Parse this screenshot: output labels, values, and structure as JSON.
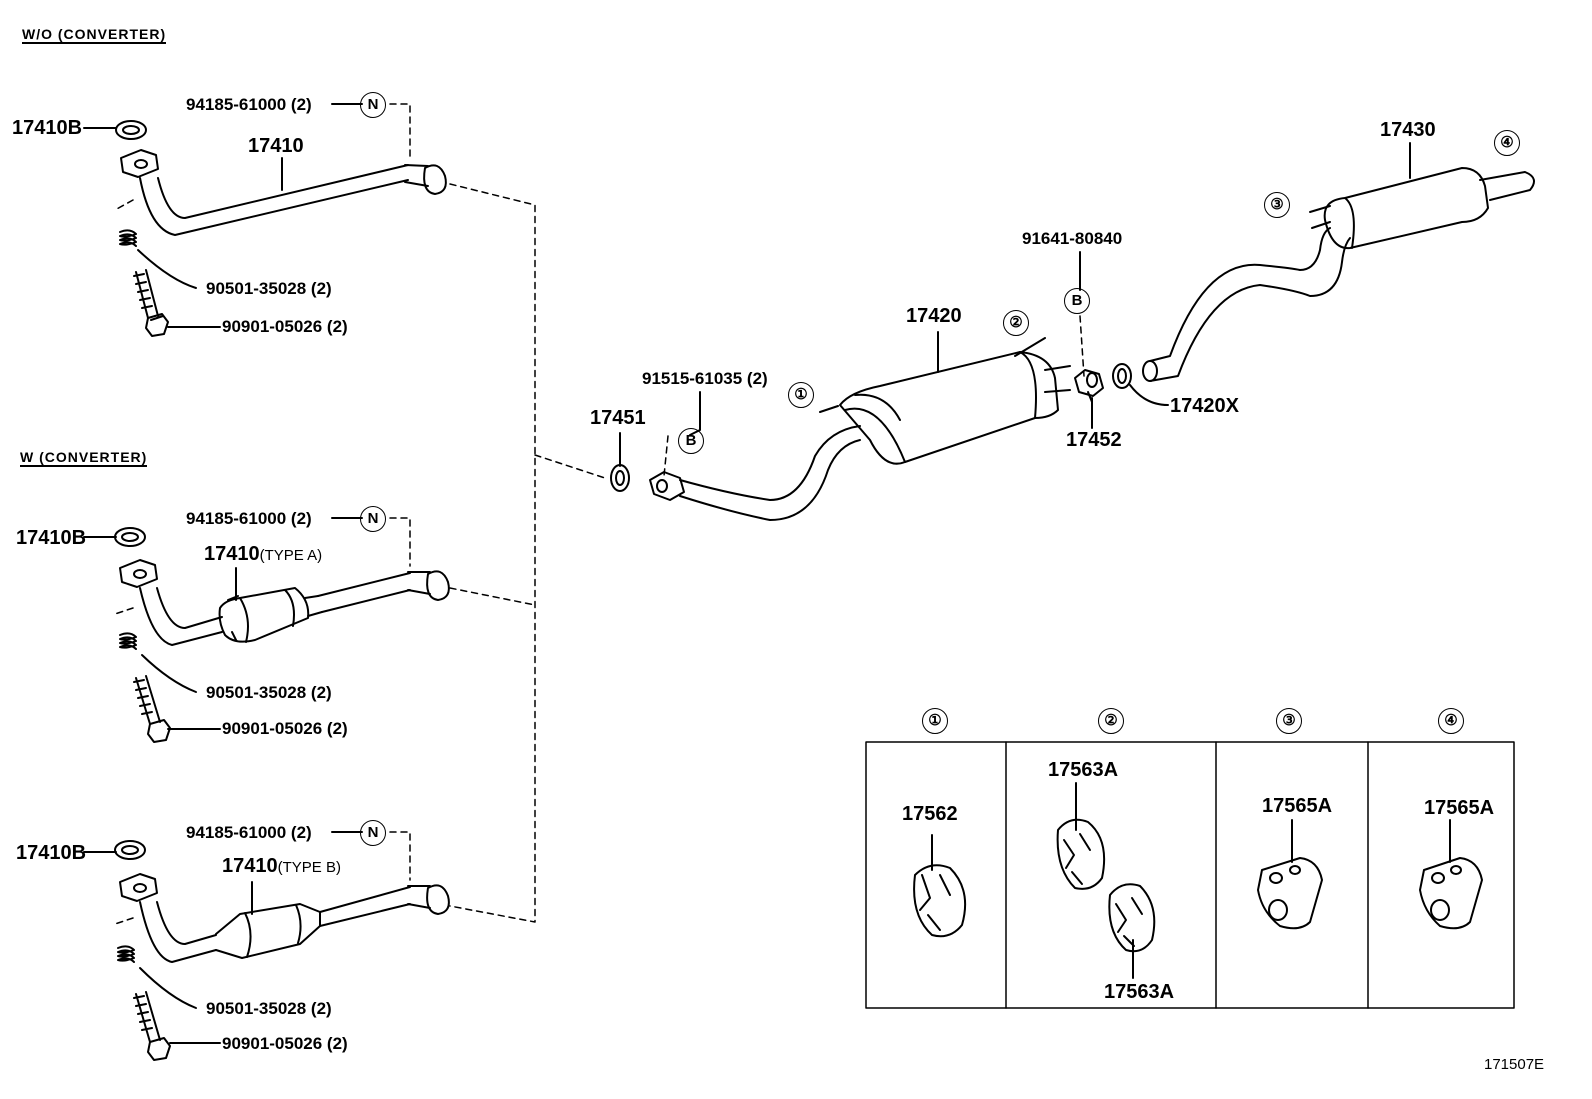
{
  "sections": {
    "wo_converter": "W/O (CONVERTER)",
    "w_converter": "W (CONVERTER)"
  },
  "parts": {
    "p17410B": "17410B",
    "p17410": "17410",
    "p17410_type_a": "(TYPE A)",
    "p17410_type_b": "(TYPE B)",
    "p94185": "94185-61000 (2)",
    "p90501": "90501-35028 (2)",
    "p90901": "90901-05026 (2)",
    "p17451": "17451",
    "p91515": "91515-61035 (2)",
    "p17420": "17420",
    "p91641": "91641-80840",
    "p17452": "17452",
    "p17420X": "17420X",
    "p17430": "17430",
    "p17562": "17562",
    "p17563A": "17563A",
    "p17565A": "17565A"
  },
  "markers": {
    "N": "N",
    "B": "B",
    "m1": "①",
    "m2": "②",
    "m3": "③",
    "m4": "④"
  },
  "figure_number": "171507E"
}
